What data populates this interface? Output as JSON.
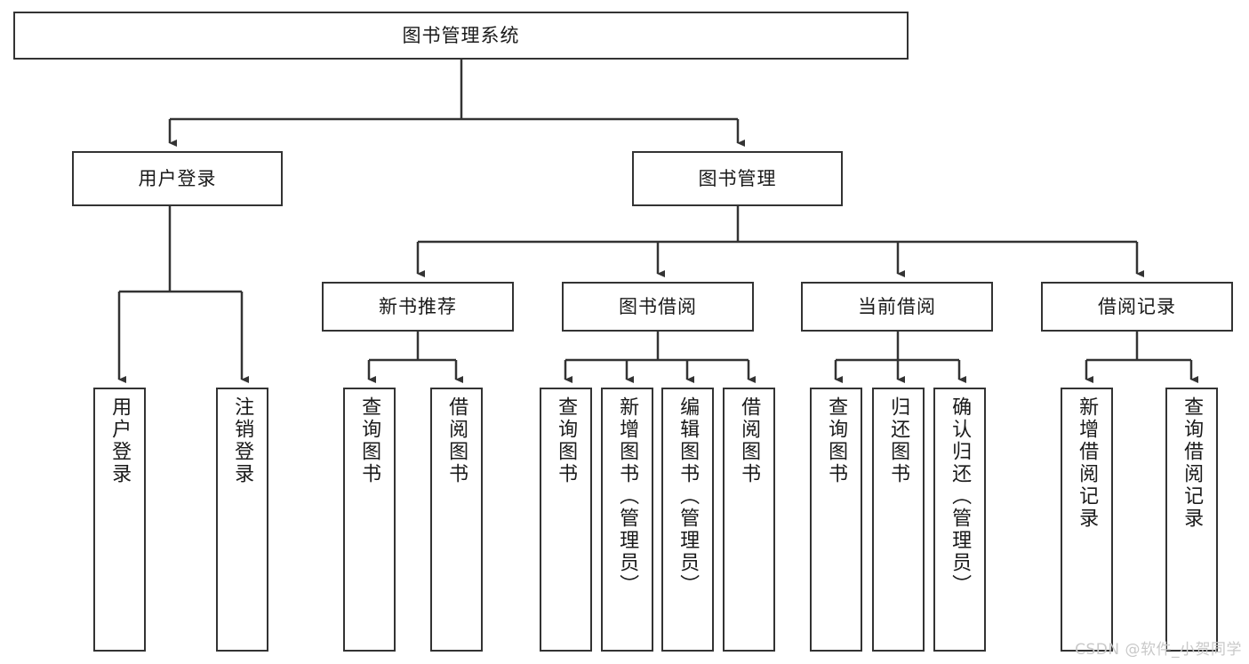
{
  "diagram": {
    "type": "tree-hierarchy",
    "title": "图书管理系统",
    "root": {
      "label": "图书管理系统"
    },
    "level2": [
      {
        "label": "用户登录"
      },
      {
        "label": "图书管理"
      }
    ],
    "level3": [
      {
        "label": "新书推荐"
      },
      {
        "label": "图书借阅"
      },
      {
        "label": "当前借阅"
      },
      {
        "label": "借阅记录"
      }
    ],
    "leaves": {
      "user_login": [
        {
          "label": "用户登录"
        },
        {
          "label": "注销登录"
        }
      ],
      "new_book_recommend": [
        {
          "label": "查询图书"
        },
        {
          "label": "借阅图书"
        }
      ],
      "book_borrow": [
        {
          "label": "查询图书"
        },
        {
          "label": "新增图书（管理员）"
        },
        {
          "label": "编辑图书（管理员）"
        },
        {
          "label": "借阅图书"
        }
      ],
      "current_borrow": [
        {
          "label": "查询图书"
        },
        {
          "label": "归还图书"
        },
        {
          "label": "确认归还（管理员）"
        }
      ],
      "borrow_record": [
        {
          "label": "新增借阅记录"
        },
        {
          "label": "查询借阅记录"
        }
      ]
    }
  },
  "watermark": {
    "text": "CSDN @软件_小贺同学"
  },
  "colors": {
    "stroke": "#333333",
    "text": "#1a1a1a",
    "background": "#ffffff",
    "watermark": "#c9c9c9"
  }
}
